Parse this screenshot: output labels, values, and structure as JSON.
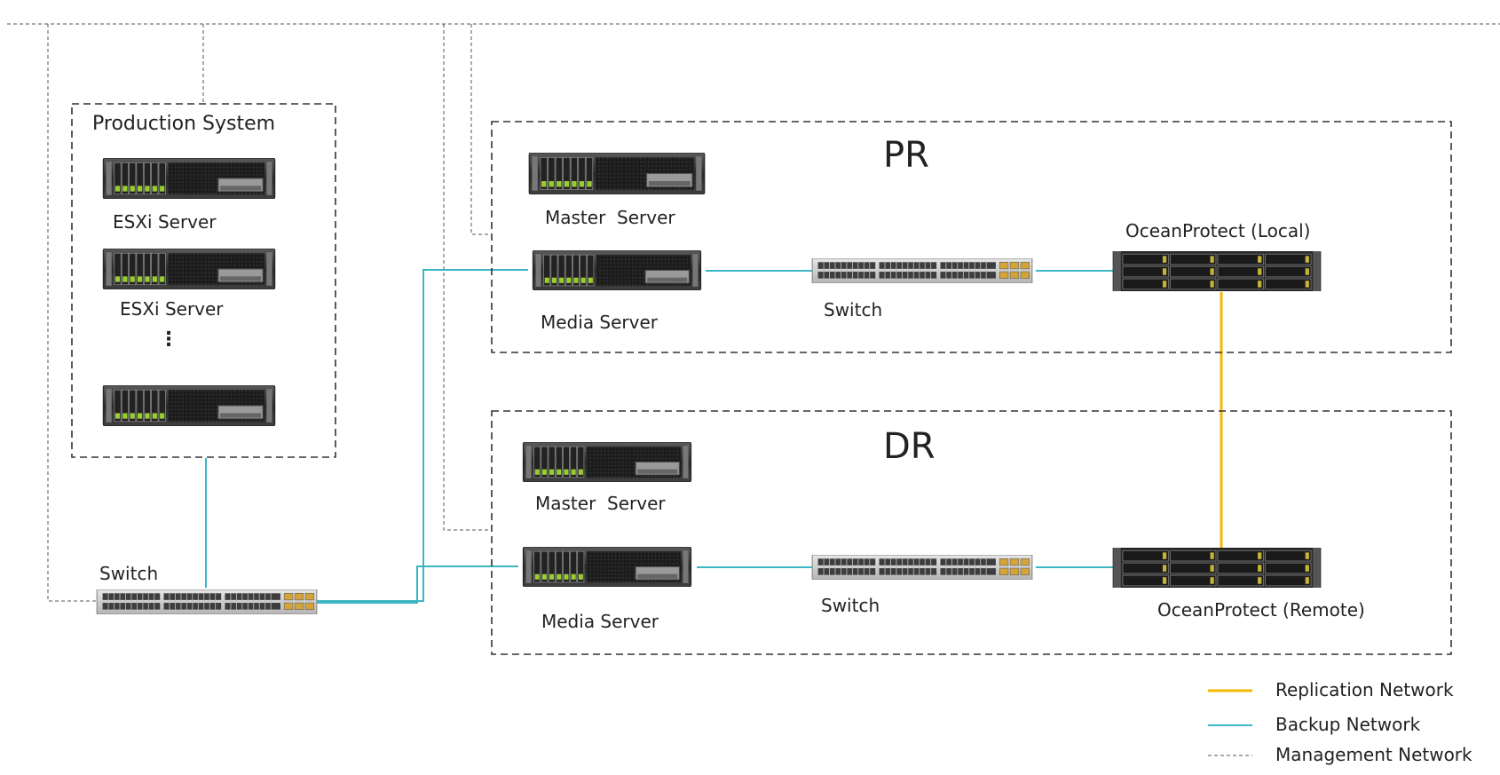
{
  "production_system": {
    "title": "Production System",
    "server1_label": "ESXi Server",
    "server2_label": "ESXi Server",
    "ellipsis": "⋮"
  },
  "main_switch": {
    "label": "Switch"
  },
  "pr_site": {
    "title": "PR",
    "master_label": "Master  Server",
    "media_label": "Media Server",
    "switch_label": "Switch",
    "storage_label": "OceanProtect (Local)"
  },
  "dr_site": {
    "title": "DR",
    "master_label": "Master  Server",
    "media_label": "Media Server",
    "switch_label": "Switch",
    "storage_label": "OceanProtect (Remote)"
  },
  "legend": {
    "replication": "Replication Network",
    "backup": "Backup Network",
    "management": "Management Network"
  },
  "colors": {
    "replication": "#f5b800",
    "backup": "#3bb6c4",
    "management": "#555555",
    "box_border": "#333333"
  }
}
